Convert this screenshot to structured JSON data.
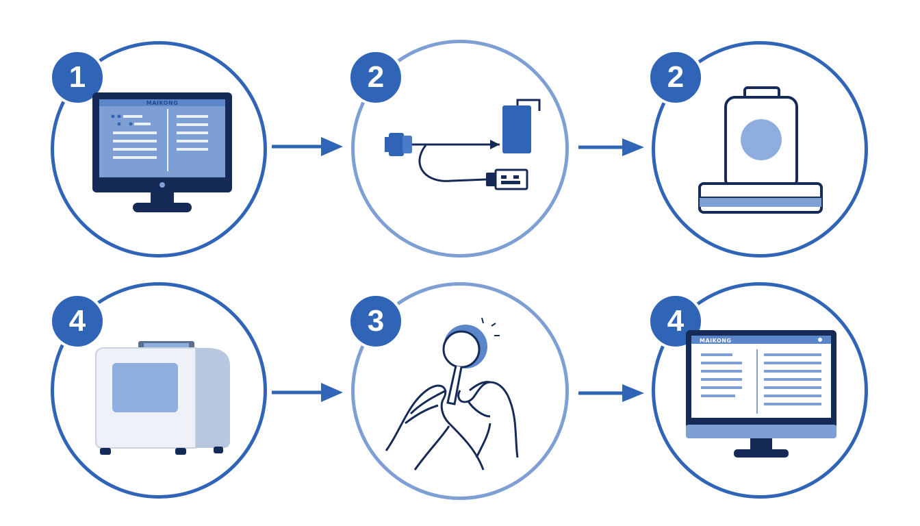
{
  "steps": [
    {
      "badge": "1",
      "icon": "monitor-icon",
      "screen_title": "MAIKONG"
    },
    {
      "badge": "2",
      "icon": "usb-cable-icon"
    },
    {
      "badge": "2",
      "icon": "scanner-device-icon"
    },
    {
      "badge": "4",
      "icon": "printer-machine-icon"
    },
    {
      "badge": "3",
      "icon": "hands-tool-icon"
    },
    {
      "badge": "4",
      "icon": "monitor-icon",
      "screen_title": "MAIKONG"
    }
  ],
  "colors": {
    "primary": "#2f64b6",
    "dark": "#152a57",
    "light": "#7d9fd4",
    "fill": "#8fadde"
  }
}
